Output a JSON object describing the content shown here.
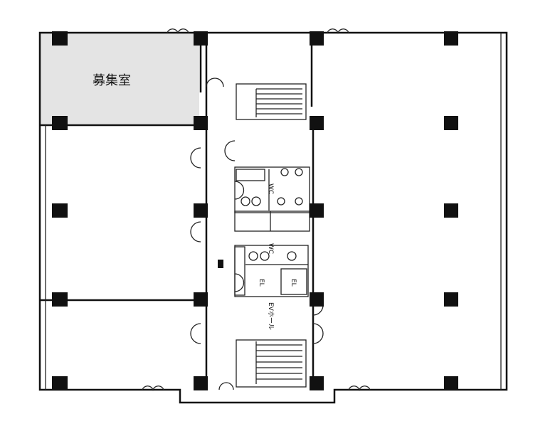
{
  "plan": {
    "highlighted_room": {
      "label": "募集室",
      "fill": "#e4e4e4"
    },
    "labels": {
      "wc_upper": "WC",
      "wc_lower": "WC",
      "el_left": "EL",
      "el_right": "EL",
      "ev_hall": "EVホール"
    }
  }
}
